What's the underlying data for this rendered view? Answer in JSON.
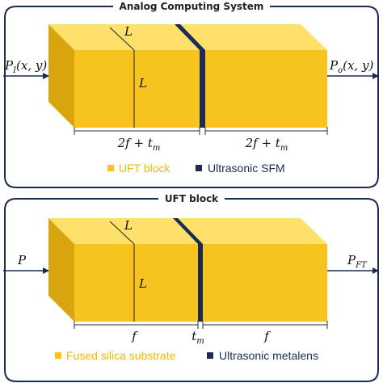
{
  "colors": {
    "block_front": "#F7C31F",
    "block_top": "#FFE06A",
    "block_side": "#D9A50F",
    "sfm": "#1B2B55",
    "frame": "#1B2B55",
    "legend_text_block": "#F0B810",
    "legend_text_sfm": "#1B2B55"
  },
  "panel1": {
    "title": "Analog Computing System",
    "input_label": "P",
    "input_sub": "I",
    "input_args": "(x, y)",
    "output_label": "P",
    "output_sub": "o",
    "output_args": "(x, y)",
    "depth_label": "L",
    "height_label": "L",
    "left_span_label": "2f + t",
    "left_span_sub": "m",
    "right_span_label": "2f + t",
    "right_span_sub": "m",
    "legend_block": "UFT block",
    "legend_sfm": "Ultrasonic SFM"
  },
  "panel2": {
    "title": "UFT block",
    "input_label": "P",
    "output_label": "P",
    "output_sub": "FT",
    "depth_label": "L",
    "height_label": "L",
    "left_span_label": "f",
    "mid_span_label": "t",
    "mid_span_sub": "m",
    "right_span_label": "f",
    "legend_block": "Fused silica substrate",
    "legend_sfm": "Ultrasonic metalens"
  }
}
